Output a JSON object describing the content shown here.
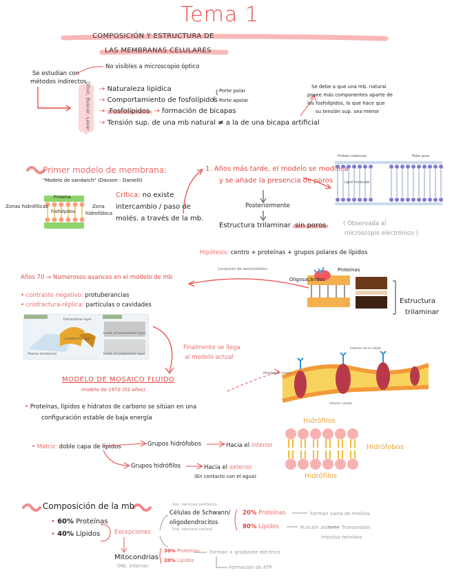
{
  "title": "Tema 1",
  "subtitle_line1": "COMPOSICIÓN Y ESTRUCTURA DE",
  "subtitle_line2": "LAS MEMBRANAS CELULARES",
  "intro": {
    "no_visibles": "No visibles a microscopio óptico",
    "se_estudian": "Se estudian con",
    "metodos": "métodos indirectos",
    "vertical_note": "Diluir, Buscar, Lavar",
    "items": [
      "Naturaleza lipídica",
      "Comportamiento de fosfolípidos",
      "Fosfolípidos",
      "formación de bicapas",
      "Tensión sup. de una mb natural",
      "a la de una bicapa artificial"
    ],
    "porte_polar": "Porte polar",
    "porte_apolar": "Porte apolar",
    "side_note_1": "Se debe a que una mb. natural",
    "side_note_2": "posee más componentes aparte de",
    "side_note_3": "los fosfolípidos, lo que hace que",
    "side_note_4": "su tensión sup. sea menor"
  },
  "primer_modelo": {
    "heading": "Primer modelo de membrana:",
    "sandwich": "\"Modelo de sandwich\" (Davson - Danielli)",
    "zonas_hidrofilicas": "Zonas hidrofílicas",
    "zona_hidrofobica_1": "Zona",
    "zona_hidrofobica_2": "hidrofóbica",
    "proteina": "Proteína",
    "fosfolipidos": "Fosfolípidos",
    "critica_label": "Crítica:",
    "critica_1": "no existe",
    "critica_2": "intercambio / paso de",
    "critica_3": "molés. a través de la mb."
  },
  "anos_tarde": {
    "line1": "1. Años más tarde, el modelo se modifica",
    "line2": "y se añade la presencia de poros",
    "posteriormente": "Posteriormente",
    "estructura": "Estructura trilaminar",
    "sin_poros": "sin poros",
    "observada_1": "( Observada al",
    "observada_2": "microscopio electrónico )",
    "hipotesis_label": "Hipótesis:",
    "hipotesis_text": "centro + proteínas + grupos polares de lípidos",
    "lipidos_note": "(conjunto de semivisibles)",
    "proteinas": "Proteínas",
    "oligosacaridos": "Oligosacáridos",
    "estructura_trilaminar_1": "Estructura",
    "estructura_trilaminar_2": "trilaminar",
    "poro_label_1": "Protein molecule",
    "poro_label_2": "Polar pore",
    "poro_label_3": "Lipid molecule"
  },
  "anos70": {
    "heading": "Años 70 → Numerosos avances en el modelo de mb",
    "contraste_label": "contraste negativo:",
    "contraste_text": "protuberancias",
    "criofractura_label": "criofractura-réplica:",
    "criofractura_text": "partículas o cavidades",
    "img_labels": [
      "Extracellular layer",
      "Cytoplasmic layer",
      "Plasma membrane",
      "Inside of extracellular layer",
      "Inside of cytoplasmic layer"
    ]
  },
  "mosaico": {
    "finalmente_1": "Finalmente se llega",
    "finalmente_2": "al modelo actual",
    "heading": "MODELO DE MOSAICO FLUIDO",
    "year": "modelo de 1972   (52 años)",
    "desc_1": "Proteínas, lípidos e hidratos de carbono se sitúan en una",
    "desc_2": "configuración estable de baja energía",
    "matriz_label": "Matriz:",
    "matriz_text": "doble capa de lípidos",
    "hidrofobos": "Grupos hidrófobos",
    "hacia_interior_pre": "Hacia el",
    "hacia_interior": "interior",
    "hidrofilos": "Grupos hidrófilos",
    "hacia_exterior_pre": "Hacia el",
    "hacia_exterior": "exterior",
    "contacto": "(En contacto con el agua)",
    "diag_hidrofilos_top": "Hidrófilos",
    "diag_hidrofobos": "Hidrófobos",
    "diag_hidrofilos_bottom": "Hidrófilos",
    "img_labels": [
      "Exterior de la célula",
      "Membrana celular",
      "Interior celular"
    ]
  },
  "composicion": {
    "heading": "Composición de la mb",
    "p60": "60%",
    "proteinas": "Proteínas",
    "p40": "40%",
    "lipidos": "Lípidos",
    "excepciones": "Excepciones",
    "snp": "Sist. nervioso periférico",
    "schwann_1": "Células de Schwann/",
    "schwann_2": "oligodendrocitos",
    "snc": "Sist. nervioso central",
    "ex20": "20%",
    "ex_prot": "Proteínas",
    "forman": "Forman vaina de mielina",
    "ex80": "80%",
    "ex_lip": "Lípidos",
    "funcion_1": "Función aislante",
    "funcion_2": "impulso nervioso",
    "transmision": "Transmisión",
    "mitocondrias": "Mitocondrias",
    "mb_interna": "(Mb. interna)",
    "m30": "30%",
    "m_prot": "Proteínas",
    "m_forman": "Forman + gradiente eléctrico",
    "m20": "20%",
    "m_lip": "Lípidos",
    "formacion_atp": "Formación de ATP"
  },
  "colors": {
    "accent": "#e94a4a",
    "highlight": "#f9b7b7",
    "hydrophilic": "#f5a3a3",
    "hydrophobic": "#f2b93b"
  }
}
